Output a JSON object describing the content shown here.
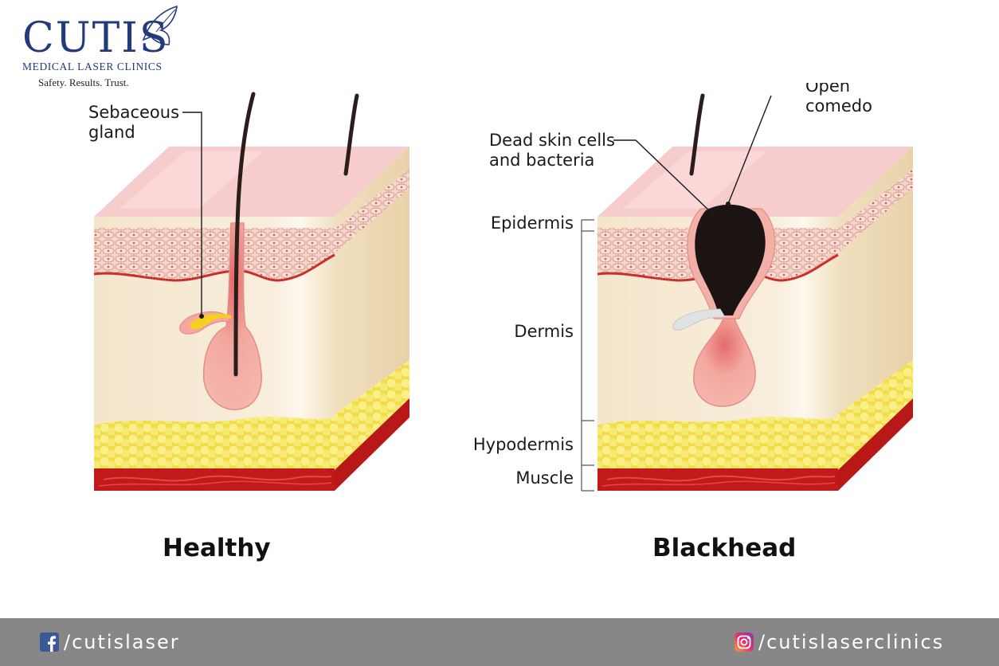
{
  "brand": {
    "name": "CUTIS",
    "subtitle": "MEDICAL LASER CLINICS",
    "tagline": "Safety. Results. Trust.",
    "color": "#233a7c"
  },
  "diagram": {
    "healthy": {
      "caption": "Healthy",
      "sebaceous_label": [
        "Sebaceous",
        "gland"
      ]
    },
    "blackhead": {
      "caption": "Blackhead",
      "dead_cells_label": [
        "Dead skin cells",
        "and bacteria"
      ],
      "open_comedo_label": [
        "Open",
        "comedo"
      ]
    },
    "layers": [
      "Epidermis",
      "Dermis",
      "Hypodermis",
      "Muscle"
    ],
    "colors": {
      "skin_surface": "#f6c9c9",
      "epidermis": "#f1d2c8",
      "dermis": "#f7ecd6",
      "fat": "#f7ec6e",
      "muscle": "#c21a1a",
      "follicle": "#f2a6a0",
      "hair": "#2a1d1a",
      "plug": "#1c1412",
      "sebum": "#f5d01c"
    }
  },
  "footer": {
    "facebook": {
      "icon": "facebook-icon",
      "handle": "/cutislaser"
    },
    "instagram": {
      "icon": "instagram-icon",
      "handle": "/cutislaserclinics"
    },
    "background": "#878787"
  }
}
